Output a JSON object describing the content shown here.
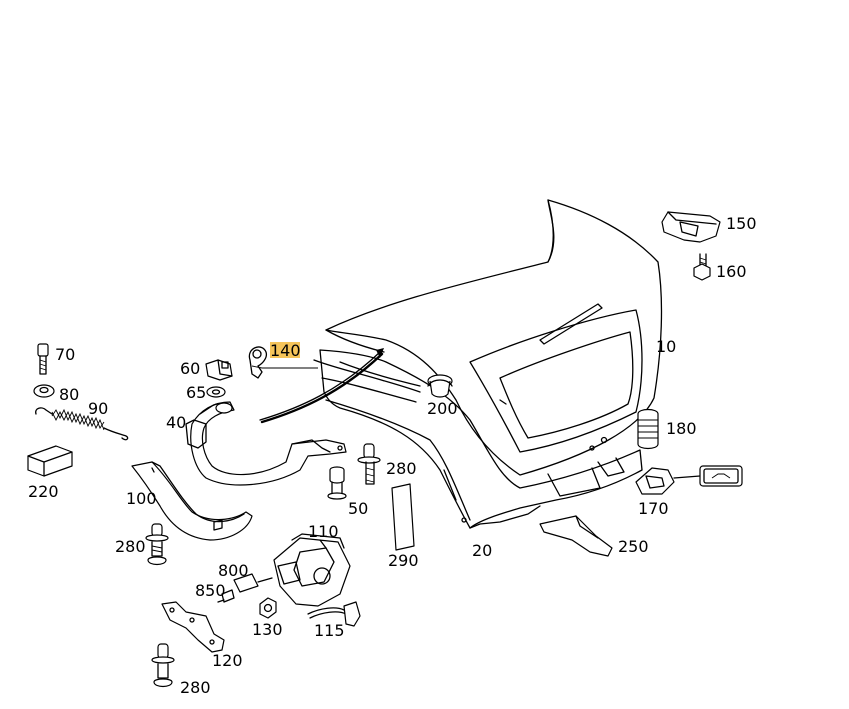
{
  "diagram": {
    "highlight_color": "#f5c45a",
    "line_color": "#000000",
    "background_color": "#ffffff",
    "highlighted_part": "140",
    "parts": [
      {
        "id": "10",
        "label": "10"
      },
      {
        "id": "20",
        "label": "20"
      },
      {
        "id": "40",
        "label": "40"
      },
      {
        "id": "50",
        "label": "50"
      },
      {
        "id": "60",
        "label": "60"
      },
      {
        "id": "65",
        "label": "65"
      },
      {
        "id": "70",
        "label": "70"
      },
      {
        "id": "80",
        "label": "80"
      },
      {
        "id": "90",
        "label": "90"
      },
      {
        "id": "100",
        "label": "100"
      },
      {
        "id": "110",
        "label": "110"
      },
      {
        "id": "115",
        "label": "115"
      },
      {
        "id": "120",
        "label": "120"
      },
      {
        "id": "130",
        "label": "130"
      },
      {
        "id": "140",
        "label": "140"
      },
      {
        "id": "150",
        "label": "150"
      },
      {
        "id": "160",
        "label": "160"
      },
      {
        "id": "170",
        "label": "170"
      },
      {
        "id": "180",
        "label": "180"
      },
      {
        "id": "200",
        "label": "200"
      },
      {
        "id": "220",
        "label": "220"
      },
      {
        "id": "250",
        "label": "250"
      },
      {
        "id": "280a",
        "label": "280"
      },
      {
        "id": "280b",
        "label": "280"
      },
      {
        "id": "280c",
        "label": "280"
      },
      {
        "id": "290",
        "label": "290"
      },
      {
        "id": "800",
        "label": "800"
      },
      {
        "id": "850",
        "label": "850"
      }
    ]
  }
}
